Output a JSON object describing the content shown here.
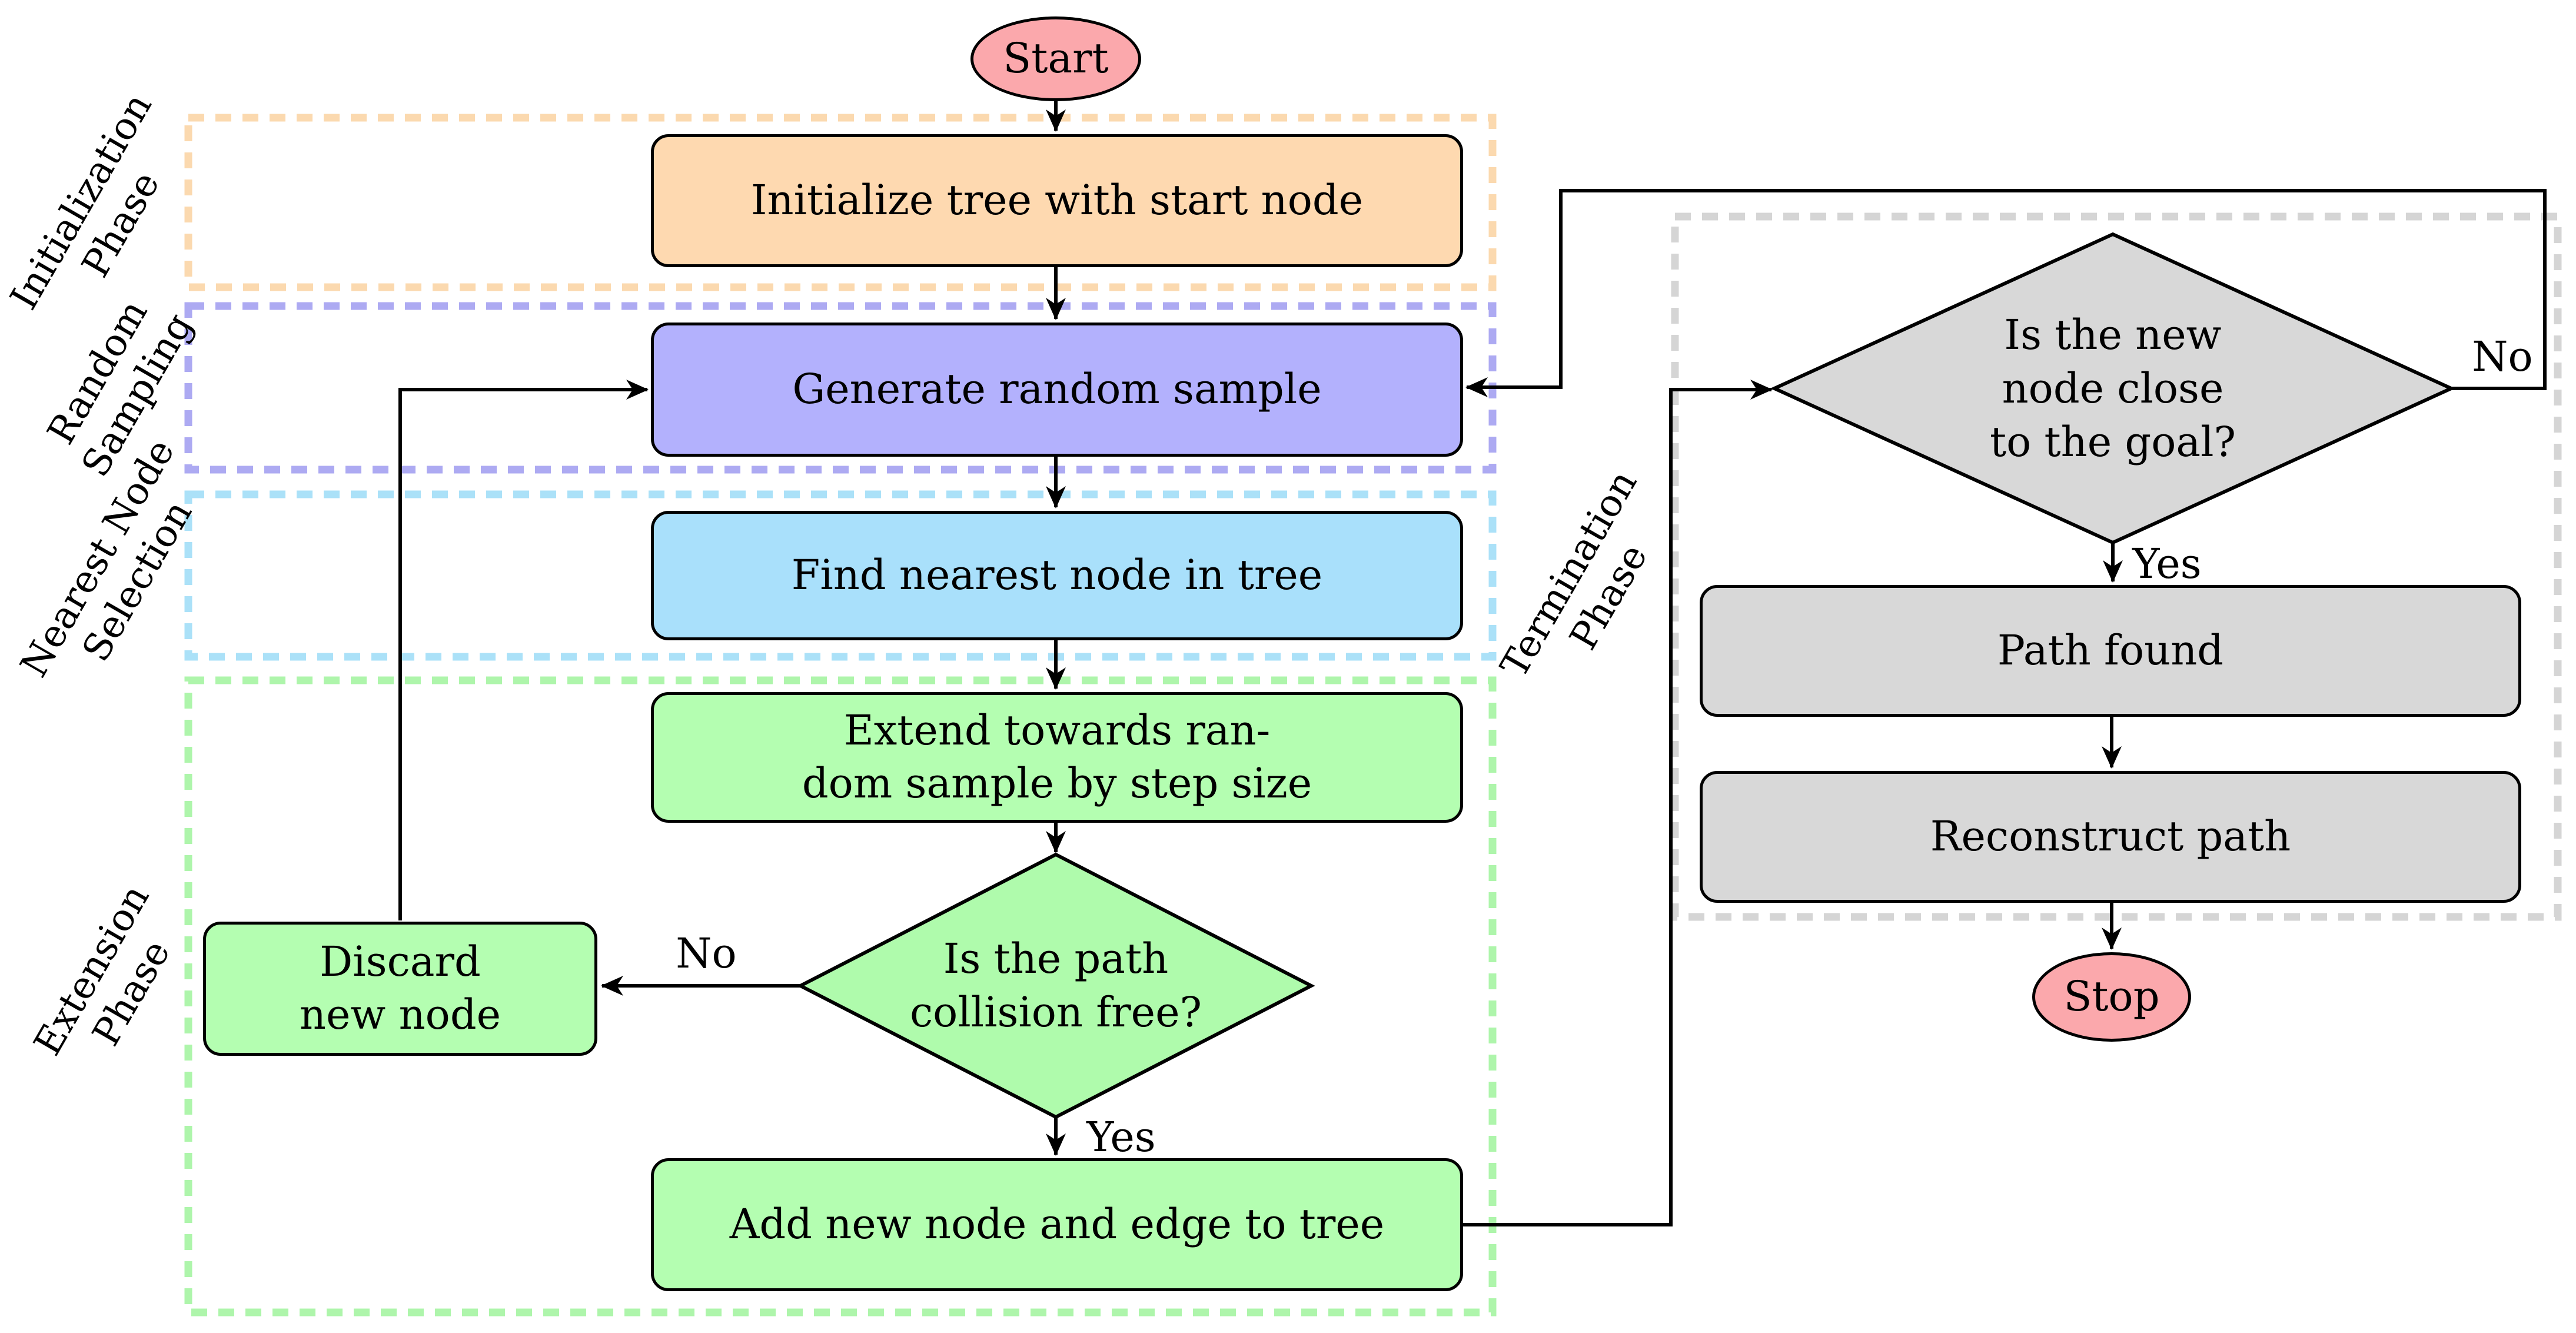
{
  "nodes": {
    "start": "Start",
    "initialize": "Initialize tree with start node",
    "generate": "Generate random sample",
    "find_nearest": "Find nearest node in tree",
    "extend": "Extend towards ran-\ndom sample by step size",
    "collision_check": "Is the path\ncollision free?",
    "discard": "Discard\nnew node",
    "add_node": "Add new node and edge to tree",
    "goal_check": "Is the new\nnode close\nto the goal?",
    "path_found": "Path found",
    "reconstruct": "Reconstruct path",
    "stop": "Stop"
  },
  "phase_labels": {
    "initialization": "Initialization\nPhase",
    "random_sampling": "Random\nSampling",
    "nearest_node": "Nearest Node\nSelection",
    "extension": "Extension\nPhase",
    "termination": "Termination\nPhase"
  },
  "edge_labels": {
    "collision_no": "No",
    "collision_yes": "Yes",
    "goal_no": "No",
    "goal_yes": "Yes"
  },
  "colors": {
    "terminal_fill": "#fba8ac",
    "initialization_fill": "#fed9b0",
    "sampling_fill": "#b3b1fd",
    "nearest_fill": "#a9e0fb",
    "extension_fill": "#b4feb1",
    "termination_fill": "#d8d8d8",
    "initialization_dash": "#fbd9af",
    "sampling_dash": "#adaaf2",
    "nearest_dash": "#abe1f8",
    "extension_dash": "#aef5ab",
    "termination_dash": "#d5d5d5",
    "line": "#000000"
  }
}
